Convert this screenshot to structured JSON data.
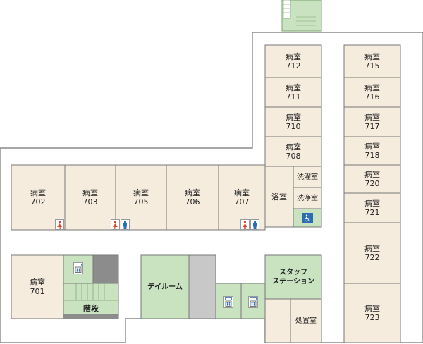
{
  "rooms": [
    {
      "id": "712",
      "kind": "病室",
      "number": "712"
    },
    {
      "id": "711",
      "kind": "病室",
      "number": "711"
    },
    {
      "id": "710",
      "kind": "病室",
      "number": "710"
    },
    {
      "id": "708",
      "kind": "病室",
      "number": "708"
    },
    {
      "id": "715",
      "kind": "病室",
      "number": "715"
    },
    {
      "id": "716",
      "kind": "病室",
      "number": "716"
    },
    {
      "id": "717",
      "kind": "病室",
      "number": "717"
    },
    {
      "id": "718",
      "kind": "病室",
      "number": "718"
    },
    {
      "id": "720",
      "kind": "病室",
      "number": "720"
    },
    {
      "id": "721",
      "kind": "病室",
      "number": "721"
    },
    {
      "id": "722",
      "kind": "病室",
      "number": "722"
    },
    {
      "id": "723",
      "kind": "病室",
      "number": "723"
    },
    {
      "id": "702",
      "kind": "病室",
      "number": "702"
    },
    {
      "id": "703",
      "kind": "病室",
      "number": "703"
    },
    {
      "id": "705",
      "kind": "病室",
      "number": "705"
    },
    {
      "id": "706",
      "kind": "病室",
      "number": "706"
    },
    {
      "id": "707",
      "kind": "病室",
      "number": "707"
    },
    {
      "id": "701",
      "kind": "病室",
      "number": "701"
    }
  ],
  "facilities": {
    "bath": "浴室",
    "laundry": "洗濯室",
    "washroom": "洗浄室",
    "stairs": "階段",
    "dayroom": "デイルーム",
    "station_line1": "スタッフ",
    "station_line2": "ステーション",
    "treatment": "処置室"
  },
  "colors": {
    "room": "#f6ecde",
    "green": "#c9e3c0",
    "gray": "#c8c8c8",
    "dark": "#8c8c8c",
    "wall": "#777777",
    "female": "#e0452b",
    "male": "#2c6cb5",
    "accessible": "#2c6cb5"
  },
  "icons": [
    "stair-exit-icon",
    "female-toilet-icon",
    "male-toilet-icon",
    "accessible-toilet-icon",
    "elevator-icon"
  ]
}
